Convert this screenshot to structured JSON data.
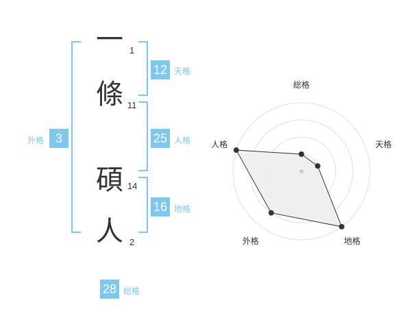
{
  "name": {
    "chars": [
      {
        "char": "一",
        "strokes": "1"
      },
      {
        "char": "條",
        "strokes": "11"
      },
      {
        "char": "碩",
        "strokes": "14"
      },
      {
        "char": "人",
        "strokes": "2"
      }
    ]
  },
  "fortune": {
    "tenkaku": {
      "value": "12",
      "label": "天格"
    },
    "jinkaku": {
      "value": "25",
      "label": "人格"
    },
    "chikaku": {
      "value": "16",
      "label": "地格"
    },
    "gaikaku": {
      "value": "3",
      "label": "外格"
    },
    "soukaku": {
      "value": "28",
      "label": "総格"
    }
  },
  "accent_color": "#7ec8ee",
  "chart_data": {
    "type": "radar",
    "axes": [
      "総格",
      "天格",
      "地格",
      "外格",
      "人格"
    ],
    "values": [
      1,
      1,
      4,
      3,
      4
    ],
    "rings": 4,
    "range": [
      0,
      4
    ]
  }
}
